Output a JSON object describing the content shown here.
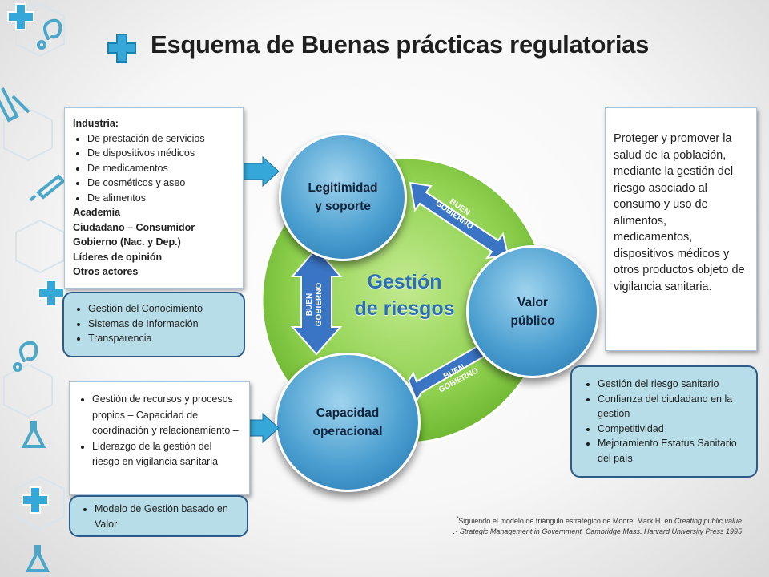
{
  "title": "Esquema de Buenas prácticas regulatorias",
  "center_label": {
    "line1": "Gestión",
    "line2": "de riesgos"
  },
  "circles": {
    "legitimidad": [
      "Legitimidad",
      "y soporte"
    ],
    "valor": [
      "Valor",
      "público"
    ],
    "capacidad": [
      "Capacidad",
      "operacional"
    ]
  },
  "arrow_label": {
    "line1": "BUEN",
    "line2": "GOBIERNO"
  },
  "actores_box": {
    "heading": "Industria:",
    "industria_items": [
      "De prestación de servicios",
      "De dispositivos médicos",
      "De medicamentos",
      "De cosméticos y aseo",
      "De alimentos"
    ],
    "others": [
      "Academia",
      "Ciudadano – Consumidor",
      "Gobierno (Nac. y Dep.)",
      "Líderes de opinión",
      "Otros actores"
    ]
  },
  "conocimiento_box": [
    "Gestión del Conocimiento",
    "Sistemas de Información",
    "Transparencia"
  ],
  "recursos_box": [
    "Gestión de recursos y procesos propios – Capacidad de coordinación y relacionamiento –",
    "Liderazgo de la gestión del riesgo en vigilancia sanitaria"
  ],
  "modelo_box": [
    "Modelo de Gestión basado en Valor"
  ],
  "proteger_text": "Proteger y promover la salud de la población, mediante la gestión del riesgo asociado al consumo y uso de alimentos, medicamentos, dispositivos médicos y otros productos objeto de vigilancia sanitaria.",
  "riesgo_box": [
    "Gestión del riesgo sanitario",
    "Confianza del ciudadano en la gestión",
    "Competitividad",
    "Mejoramiento Estatus Sanitario del país"
  ],
  "footnote": {
    "star": "*",
    "line1_plain": "Siguiendo el modelo de triángulo estratégico de Moore, Mark H. en ",
    "line1_italic": "Creating public value",
    "line2": ".- Strategic Management in Government. Cambridge Mass. Harvard University Press 1995"
  },
  "colors": {
    "green": "#8fd14f",
    "circle_blue": "#4b9fd0",
    "arrow_blue": "#3a74c4",
    "box_blue": "#b7dde8",
    "plus": "#35a7d8"
  },
  "icons": [
    "plus-icon",
    "stethoscope-icon",
    "test-tube-icon",
    "syringe-icon",
    "flask-icon"
  ]
}
